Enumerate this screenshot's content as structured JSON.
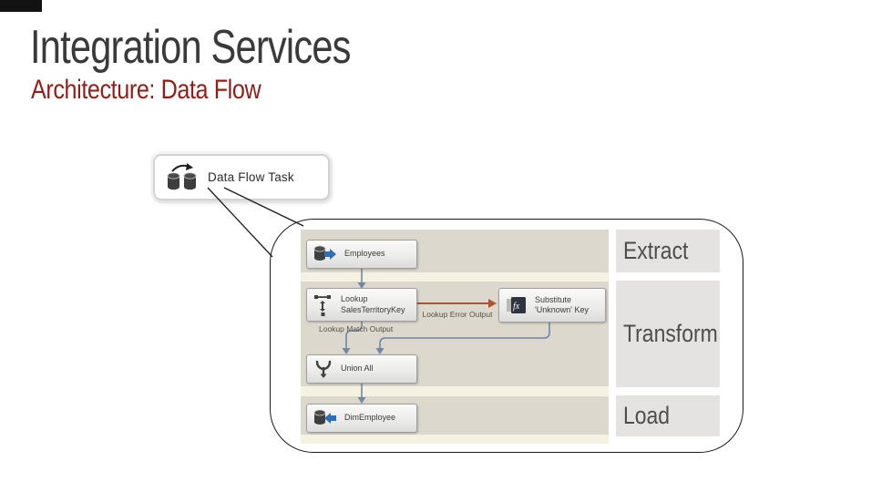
{
  "header": {
    "title": "Integration Services",
    "subtitle": "Architecture: Data Flow"
  },
  "callout": {
    "task_label": "Data Flow Task",
    "task_icon": "data-flow-task-icon"
  },
  "diagram": {
    "stages": [
      {
        "label": "Extract"
      },
      {
        "label": "Transform"
      },
      {
        "label": "Load"
      }
    ],
    "nodes": [
      {
        "id": "employees",
        "label": "Employees",
        "label2": "",
        "icon": "source-database-icon"
      },
      {
        "id": "lookup",
        "label": "Lookup",
        "label2": "SalesTerritoryKey",
        "icon": "lookup-icon"
      },
      {
        "id": "substitute",
        "label": "Substitute",
        "label2": "'Unknown' Key",
        "icon": "derived-column-fx-icon"
      },
      {
        "id": "union-all",
        "label": "Union All",
        "label2": "",
        "icon": "union-all-merge-icon"
      },
      {
        "id": "dimemployee",
        "label": "DimEmployee",
        "label2": "",
        "icon": "destination-database-icon"
      }
    ],
    "edge_labels": {
      "error": "Lookup Error Output",
      "match": "Lookup Match Output"
    },
    "colors": {
      "connector_blue": "#7187a5",
      "error_arrow_red": "#b5502c",
      "subtitle_red": "#8e1f1a",
      "title_gray": "#3a3a3a",
      "content_beige": "#ddd8cd",
      "separator_cream": "#f6f2e3",
      "stage_band_gray": "#e4e3e1",
      "node_icon_blue": "#2f6db5",
      "node_icon_dark": "#3f3f3f"
    }
  }
}
